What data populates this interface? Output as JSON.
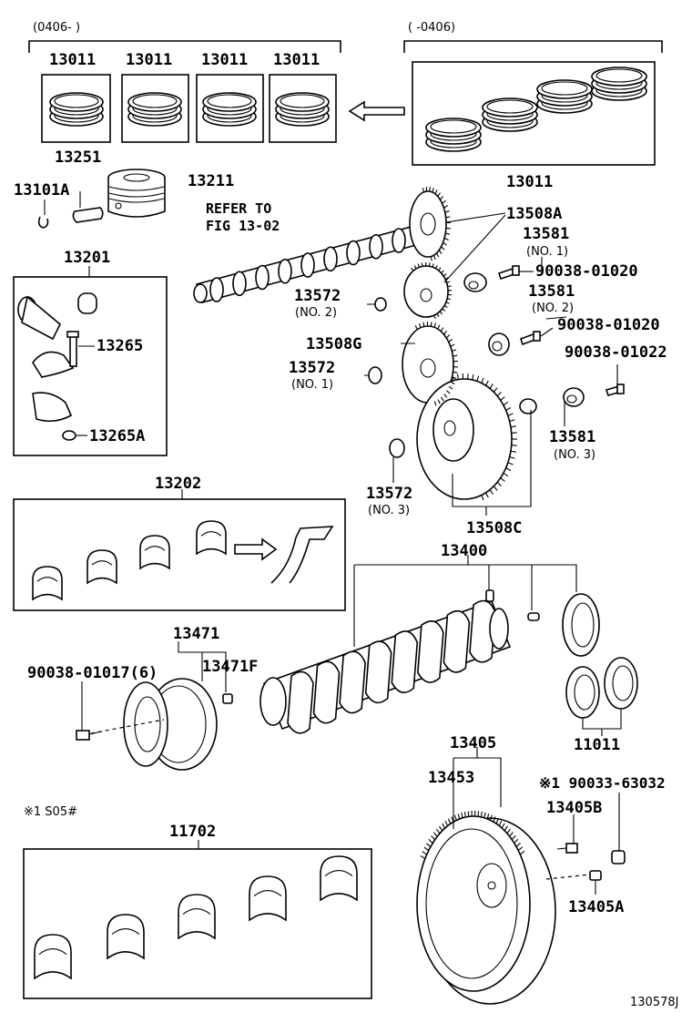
{
  "date_ranges": {
    "after": "(0406-        )",
    "before": "(     -0406)"
  },
  "parts": {
    "ring_a": "13011",
    "ring_b": "13011",
    "ring_c": "13011",
    "ring_d": "13011",
    "ring_set": "13011",
    "pin": "13251",
    "piston": "13211",
    "snap_ring": "13101A",
    "refer_line1": "REFER TO",
    "refer_line2": "FIG 13-02",
    "gear_a": "13508A",
    "bush_1": "13581",
    "bush_1_sub": "(NO. 1)",
    "bolt_1": "90038-01020",
    "conrod_kit": "13201",
    "conrod_bolt": "13265",
    "conrod_nut": "13265A",
    "washer_2": "13572",
    "washer_2_sub": "(NO. 2)",
    "bush_2": "13581",
    "bush_2_sub": "(NO. 2)",
    "bolt_2": "90038-01020",
    "gear_g": "13508G",
    "bolt_3": "90038-01022",
    "washer_1": "13572",
    "washer_1_sub": "(NO. 1)",
    "bush_3": "13581",
    "bush_3_sub": "(NO. 3)",
    "washer_3": "13572",
    "washer_3_sub": "(NO. 3)",
    "gear_c": "13508C",
    "conrod_bearing": "13202",
    "crankshaft": "13400",
    "pulley": "13471",
    "pulley_bolt": "90038-01017(6)",
    "pulley_key": "13471F",
    "thrust_washer": "11011",
    "flywheel_assy": "13405",
    "ring_gear": "13453",
    "fw_bolt_note": "※1 90033-63032",
    "fw_bolt": "13405B",
    "fw_pin": "13405A",
    "note": "※1  S05#",
    "main_bearing": "11702",
    "figure_code": "130578J"
  }
}
